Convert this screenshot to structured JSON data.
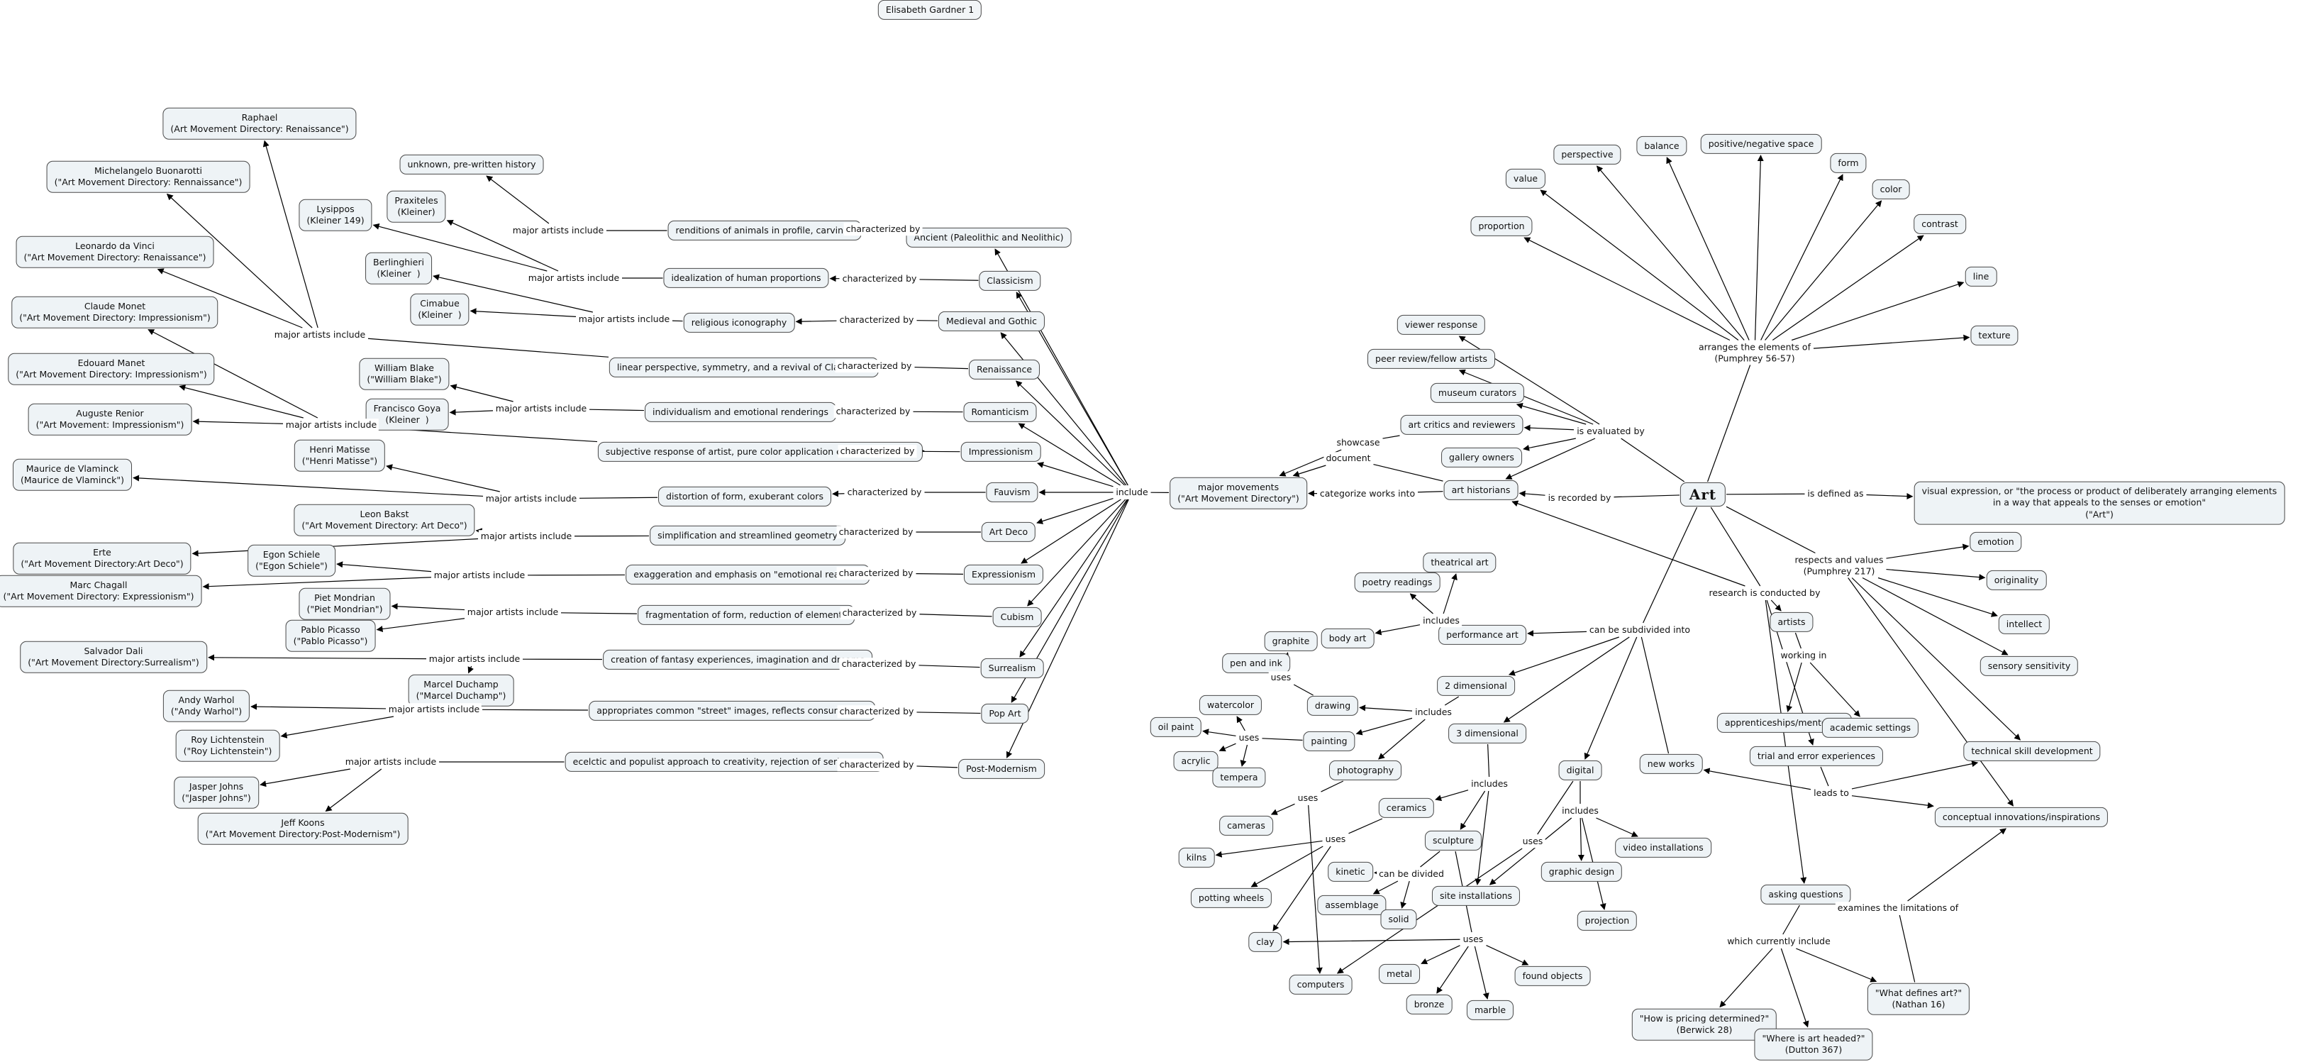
{
  "title": "Elisabeth Gardner 1",
  "root": "Art",
  "nodes": {
    "art_def": "visual expression, or \"the process or product of deliberately arranging elements\nin a way that appeals to the senses or emotion\"\n(\"Art\")",
    "major_movements": "major movements\n(\"Art Movement Directory\")",
    "art_historians": "art historians",
    "art_critics": "art critics and reviewers",
    "gallery_owners": "gallery owners",
    "museum_curators": "museum curators",
    "peer_review": "peer review/fellow artists",
    "viewer_response": "viewer response",
    "proportion": "proportion",
    "value": "value",
    "perspective": "perspective",
    "balance": "balance",
    "pos_neg_space": "positive/negative space",
    "form": "form",
    "color": "color",
    "contrast": "contrast",
    "line": "line",
    "texture": "texture",
    "emotion": "emotion",
    "originality": "originality",
    "intellect": "intellect",
    "sensory_sensitivity": "sensory sensitivity",
    "technical_skill": "technical skill development",
    "conceptual_innovations": "conceptual innovations/inspirations",
    "artists": "artists",
    "apprenticeships": "apprenticeships/mentoring",
    "academic_settings": "academic settings",
    "trial_error": "trial and error experiences",
    "new_works": "new works",
    "asking_questions": "asking questions",
    "pricing": "\"How is pricing determined?\"\n(Berwick 28)",
    "where_headed": "\"Where is art headed?\"\n(Dutton 367)",
    "what_defines": "\"What defines art?\"\n(Nathan 16)",
    "performance_art": "performance art",
    "poetry_readings": "poetry readings",
    "theatrical_art": "theatrical art",
    "body_art": "body art",
    "two_dim": "2 dimensional",
    "three_dim": "3 dimensional",
    "digital": "digital",
    "graphite": "graphite",
    "pen_ink": "pen and ink",
    "drawing": "drawing",
    "painting": "painting",
    "watercolor": "watercolor",
    "oil_paint": "oil paint",
    "acrylic": "acrylic",
    "tempera": "tempera",
    "photography": "photography",
    "cameras": "cameras",
    "ceramics": "ceramics",
    "kilns": "kilns",
    "potting_wheels": "potting wheels",
    "clay": "clay",
    "computers": "computers",
    "sculpture": "sculpture",
    "kinetic": "kinetic",
    "assemblage": "assemblage",
    "solid": "solid",
    "metal": "metal",
    "bronze": "bronze",
    "marble": "marble",
    "found_objects": "found objects",
    "site_installations": "site installations",
    "graphic_design": "graphic design",
    "projection": "projection",
    "video_installations": "video installations",
    "ancient": "Ancient (Paleolithic and Neolithic)",
    "classicism": "Classicism",
    "medieval": "Medieval and Gothic",
    "renaissance": "Renaissance",
    "romanticism": "Romanticism",
    "impressionism": "Impressionism",
    "fauvism": "Fauvism",
    "art_deco": "Art Deco",
    "expressionism": "Expressionism",
    "cubism": "Cubism",
    "surrealism": "Surrealism",
    "pop_art": "Pop Art",
    "post_modernism": "Post-Modernism",
    "c_ancient": "renditions of animals in profile, carvings",
    "c_classicism": "idealization of human proportions",
    "c_medieval": "religious iconography",
    "c_renaissance": "linear perspective, symmetry, and a revival of Classicism",
    "c_romanticism": "individualism and emotional renderings",
    "c_impressionism": "subjective response of artist, pure color application emphasizing light",
    "c_fauvism": "distortion of form, exuberant colors",
    "c_art_deco": "simplification and streamlined geometry",
    "c_expressionism": "exaggeration and emphasis on \"emotional realism\"",
    "c_cubism": "fragmentation of form, reduction of elements",
    "c_surrealism": "creation of fantasy experiences, imagination and dreams",
    "c_pop_art": "appropriates common \"street\" images, reflects consumerism",
    "c_post_modernism": "ecelctic and populist approach to creativity, rejection of seriousness",
    "unknown_prewritten": "unknown, pre-written history",
    "lysippos": "Lysippos\n(Kleiner 149)",
    "praxiteles": "Praxiteles\n(Kleiner)",
    "berlinghieri": "Berlinghieri\n(Kleiner  )",
    "cimabue": "Cimabue\n(Kleiner  )",
    "raphael": "Raphael\n(Art Movement Directory: Renaissance\")",
    "michelangelo": "Michelangelo Buonarotti\n(\"Art Movement Directory: Rennaissance\")",
    "da_vinci": "Leonardo da Vinci\n(\"Art Movement Directory: Renaissance\")",
    "monet": "Claude Monet\n(\"Art Movement Directory: Impressionism\")",
    "manet": "Edouard Manet\n(\"Art Movement Directory: Impressionism\")",
    "renior": "Auguste Renior\n(\"Art Movement: Impressionism\")",
    "blake": "William Blake\n(\"William Blake\")",
    "goya": "Francisco Goya\n(Kleiner  )",
    "matisse": "Henri Matisse\n(\"Henri Matisse\")",
    "vlaminck": "Maurice de Vlaminck\n(Maurice de Vlaminck\")",
    "bakst": "Leon Bakst\n(\"Art Movement Directory: Art Deco\")",
    "erte": "Erte\n(\"Art Movement Directory:Art Deco\")",
    "schiele": "Egon Schiele\n(\"Egon Schiele\")",
    "chagall": "Marc Chagall\n(\"Art Movement Directory: Expressionism\")",
    "mondrian": "Piet Mondrian\n(\"Piet Mondrian\")",
    "picasso": "Pablo Picasso\n(\"Pablo Picasso\")",
    "dali": "Salvador Dali\n(\"Art Movement Directory:Surrealism\")",
    "duchamp": "Marcel Duchamp\n(\"Marcel Duchamp\")",
    "warhol": "Andy Warhol\n(\"Andy Warhol\")",
    "lichtenstein": "Roy Lichtenstein\n(\"Roy Lichtenstein\")",
    "johns": "Jasper Johns\n(\"Jasper Johns\")",
    "koons": "Jeff Koons\n(\"Art Movement Directory:Post-Modernism\")"
  },
  "links": {
    "is_defined_as": "is defined as",
    "arranges": "arranges the elements of\n(Pumphrey 56-57)",
    "is_evaluated_by": "is evaluated by",
    "is_recorded_by": "is recorded by",
    "respects": "respects and values\n(Pumphrey 217)",
    "research": "research is conducted by",
    "subdivided": "can be subdivided into",
    "showcase": "showcase",
    "document": "document",
    "categorize": "categorize works into",
    "include": "include",
    "working_in": "working in",
    "leads_to": "leads to",
    "which_currently": "which currently include",
    "examines": "examines the limitations of",
    "includes_perf": "includes",
    "includes_2d": "includes",
    "includes_3d": "includes",
    "includes_digital": "includes",
    "uses_drawing": "uses",
    "uses_painting": "uses",
    "uses_photo": "uses",
    "uses_ceramics": "uses",
    "uses_digital": "uses",
    "uses_sculpture": "uses",
    "can_be_divided": "can be divided",
    "char_ancient": "characterized by",
    "char_classicism": "characterized by",
    "char_medieval": "characterized by",
    "char_renaissance": "characterized by",
    "char_romanticism": "characterized by",
    "char_impressionism": "characterized by",
    "char_fauvism": "characterized by",
    "char_art_deco": "characterized by",
    "char_expressionism": "characterized by",
    "char_cubism": "characterized by",
    "char_surrealism": "characterized by",
    "char_pop_art": "characterized by",
    "char_post_modernism": "characterized by",
    "mai_ancient": "major artists include",
    "mai_classicism": "major artists include",
    "mai_medieval": "major artists include",
    "mai_renaissance": "major artists include",
    "mai_romanticism": "major artists include",
    "mai_impressionism": "major artists include",
    "mai_fauvism": "major artists include",
    "mai_art_deco": "major artists include",
    "mai_expressionism": "major artists include",
    "mai_cubism": "major artists include",
    "mai_surrealism": "major artists include",
    "mai_pop_art": "major artists include",
    "mai_post_modernism": "major artists include"
  }
}
